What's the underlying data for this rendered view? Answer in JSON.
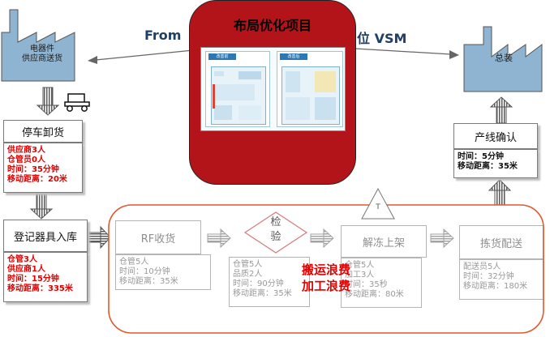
{
  "header": {
    "left": "From",
    "right": "位  VSM"
  },
  "supplier": {
    "line1": "电器件",
    "line2": "供应商送货"
  },
  "assembly": {
    "label": "总装"
  },
  "center": {
    "title": "布局优化项目",
    "before_label": "改善前",
    "after_label": "改善后"
  },
  "park": {
    "title": "停车卸货",
    "lines": [
      "供应商3人",
      "仓管员0人",
      "时间：35分钟",
      "移动距离：20米"
    ]
  },
  "register": {
    "title": "登记器具入库",
    "lines": [
      "仓管3人",
      "供应商1人",
      "时间：15分钟",
      "移动距离：335米"
    ]
  },
  "confirm": {
    "title": "产线确认",
    "lines": [
      "时间：5分钟",
      "移动距离：35米"
    ]
  },
  "process": {
    "rf": {
      "title": "RF收货",
      "lines": [
        "仓管5人",
        "时间：10分钟",
        "移动距离：35米"
      ]
    },
    "inspect": {
      "title_top": "检",
      "title_bottom": "验",
      "lines": [
        "仓管5人",
        "品质2人",
        "时间：90分钟",
        "移动距离：35米"
      ]
    },
    "thaw": {
      "title": "解冻上架",
      "lines": [
        "仓管5人",
        "加工3人",
        "时间：35秒",
        "移动距离：80米"
      ]
    },
    "pick": {
      "title": "拣货配送",
      "lines": [
        "配送员5人",
        "时间：32分钟",
        "移动距离：180米"
      ]
    }
  },
  "waste": {
    "line1": "搬运浪费",
    "line2": "加工浪费"
  },
  "triangle_mark": "T",
  "colors": {
    "red_block": "#b3141a",
    "arrow": "#7d7d7d",
    "factory": "#8fb4d1"
  }
}
